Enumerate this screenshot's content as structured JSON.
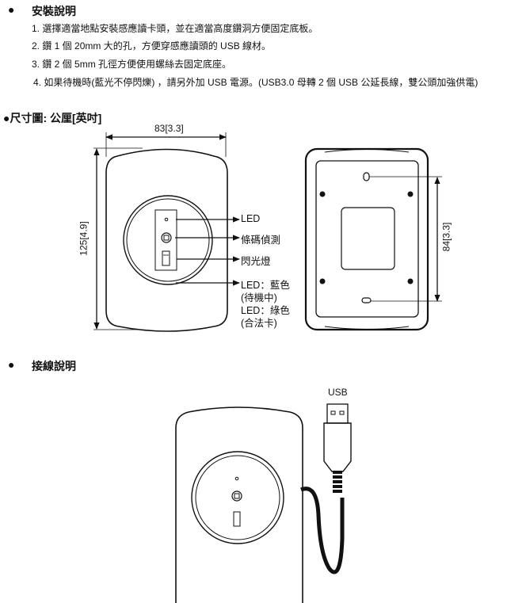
{
  "install": {
    "title": "安裝說明",
    "items": [
      "1. 選擇適當地點安裝感應讀卡頭，並在適當高度鑽洞方便固定底板。",
      "2. 鑽 1 個 20mm 大的孔，方便穿感應讀頭的 USB 線材。",
      "3. 鑽 2 個 5mm 孔徑方便使用螺絲去固定底座。",
      "4. 如果待機時(藍光不停閃爍) ，請另外加 USB 電源。(USB3.0 母轉 2 個 USB 公延長線，雙公頭加強供電)"
    ]
  },
  "dimensions": {
    "title": "●尺寸圖: 公厘[英吋]",
    "width_label": "83[3.3]",
    "height_label": "125[4.9]",
    "rear_height_label": "84[3.3]",
    "callouts": [
      "LED",
      "條碼偵測",
      "閃光燈",
      "LED：藍色",
      "(待機中)",
      "LED：綠色",
      "(合法卡)"
    ]
  },
  "wiring": {
    "title": "接線說明",
    "usb_label": "USB"
  }
}
